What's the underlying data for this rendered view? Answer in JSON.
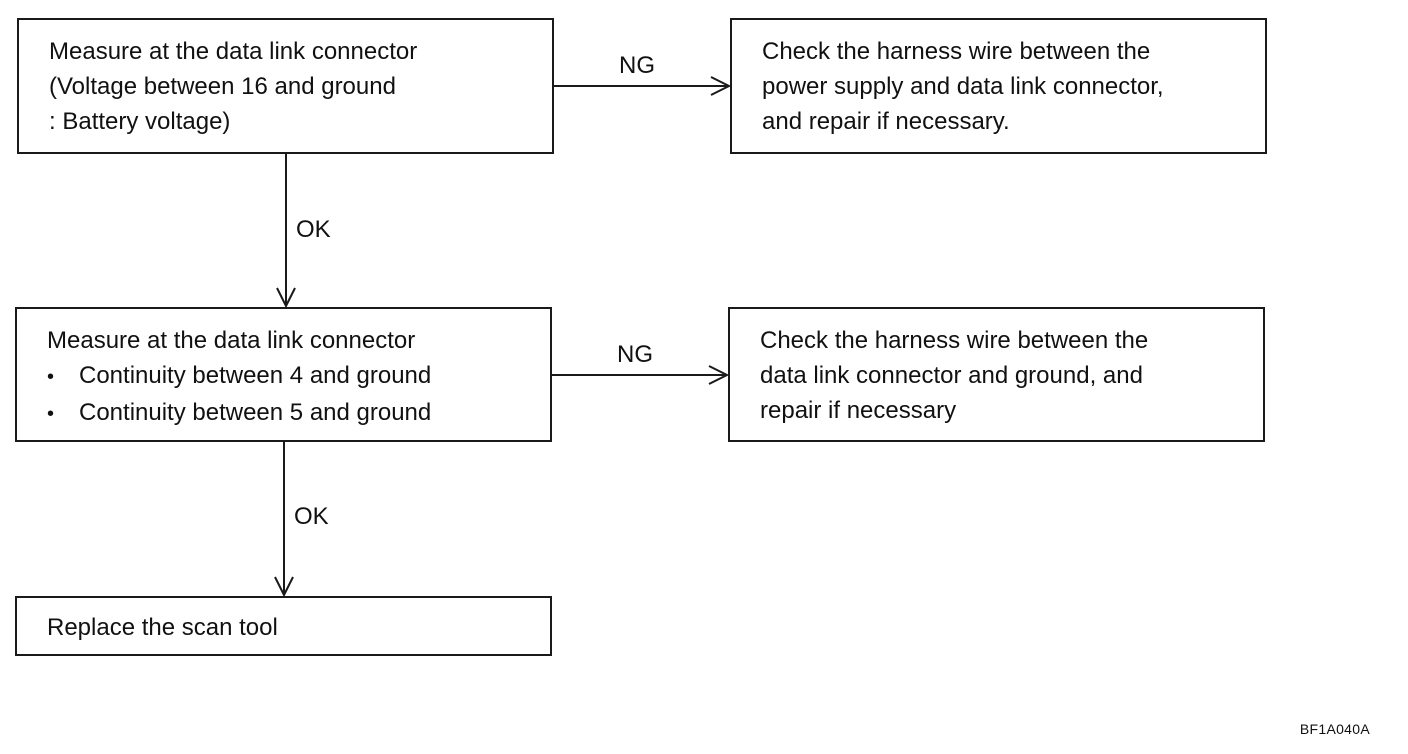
{
  "flowchart": {
    "step1": {
      "lines": [
        "Measure at the data link connector",
        "(Voltage between 16 and ground",
        ": Battery voltage)"
      ]
    },
    "step1_ng": {
      "lines": [
        "Check the harness wire between the",
        "power supply and data link connector,",
        "and repair if necessary."
      ]
    },
    "step2": {
      "heading": "Measure at the data link connector",
      "bullets": [
        "Continuity between 4 and ground",
        "Continuity between 5 and ground"
      ]
    },
    "step2_ng": {
      "lines": [
        "Check the harness wire between the",
        "data link connector and ground, and",
        "repair if necessary"
      ]
    },
    "step3": {
      "text": "Replace the scan tool"
    },
    "edges": {
      "ng1": "NG",
      "ok1": "OK",
      "ng2": "NG",
      "ok2": "OK"
    }
  },
  "figure_code": "BF1A040A",
  "colors": {
    "line": "#1a1a1a",
    "text": "#111111",
    "background": "#ffffff"
  }
}
